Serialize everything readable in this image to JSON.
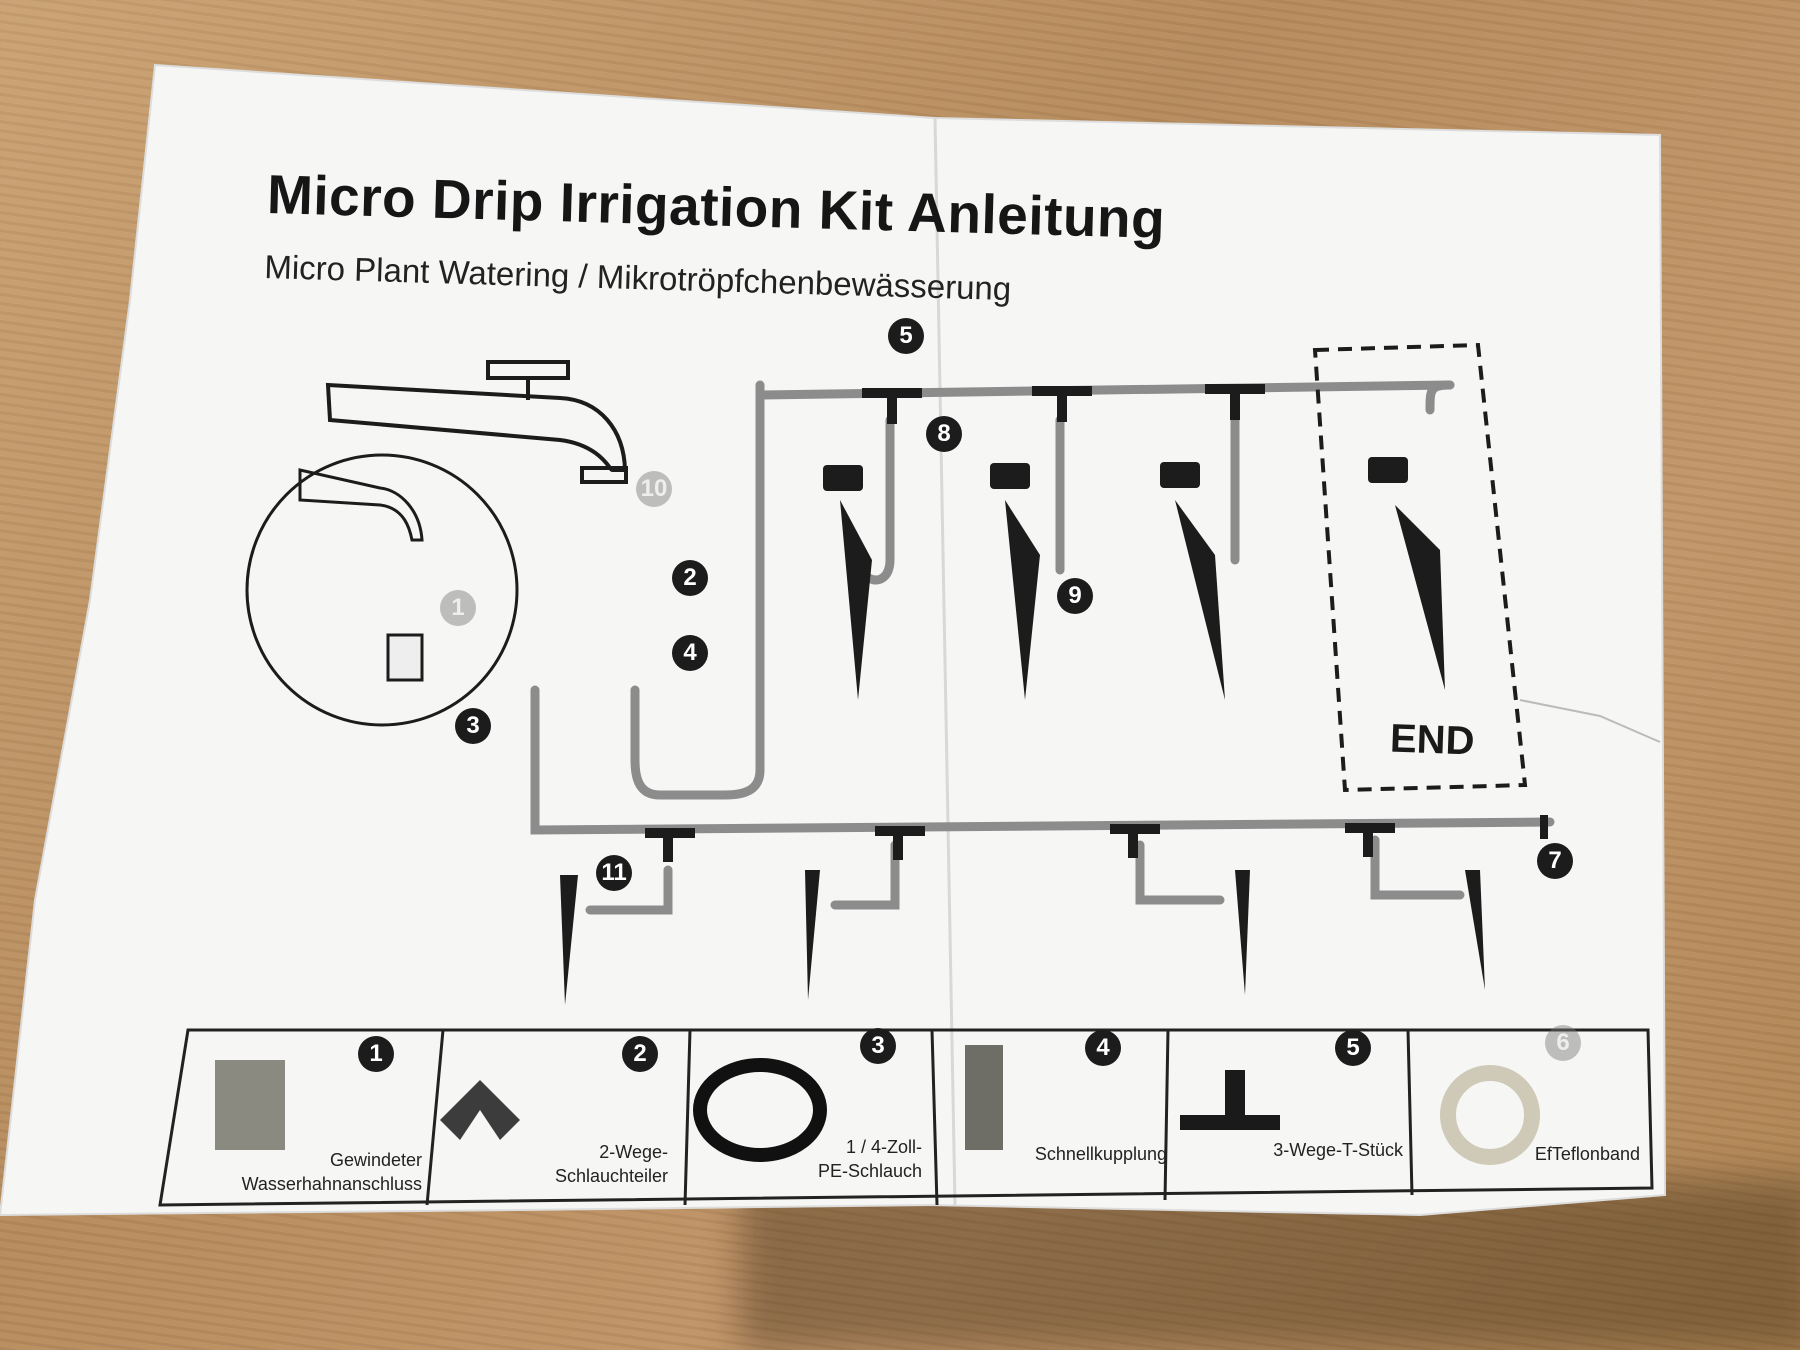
{
  "title": "Micro Drip Irrigation Kit Anleitung",
  "subtitle": "Micro Plant Watering / Mikrotröpfchenbewässerung",
  "end_label": "END",
  "callouts": [
    "1",
    "2",
    "3",
    "4",
    "5",
    "7",
    "8",
    "9",
    "10",
    "11"
  ],
  "legend": [
    {
      "number": "1",
      "label_line1": "Gewindeter",
      "label_line2": "Wasserhahnanschluss"
    },
    {
      "number": "2",
      "label_line1": "2-Wege-",
      "label_line2": "Schlauchteiler"
    },
    {
      "number": "3",
      "label_line1": "1 / 4-Zoll-",
      "label_line2": "PE-Schlauch"
    },
    {
      "number": "4",
      "label_line1": "",
      "label_line2": "Schnellkupplung"
    },
    {
      "number": "5",
      "label_line1": "",
      "label_line2": "3-Wege-T-Stück"
    },
    {
      "number": "6",
      "label_line1": "",
      "label_line2": "EfTeflonband"
    }
  ],
  "colors": {
    "paper": "#f6f6f4",
    "ink": "#1c1c1c",
    "tube": "#8c8c8c",
    "wood": "#c09468"
  }
}
